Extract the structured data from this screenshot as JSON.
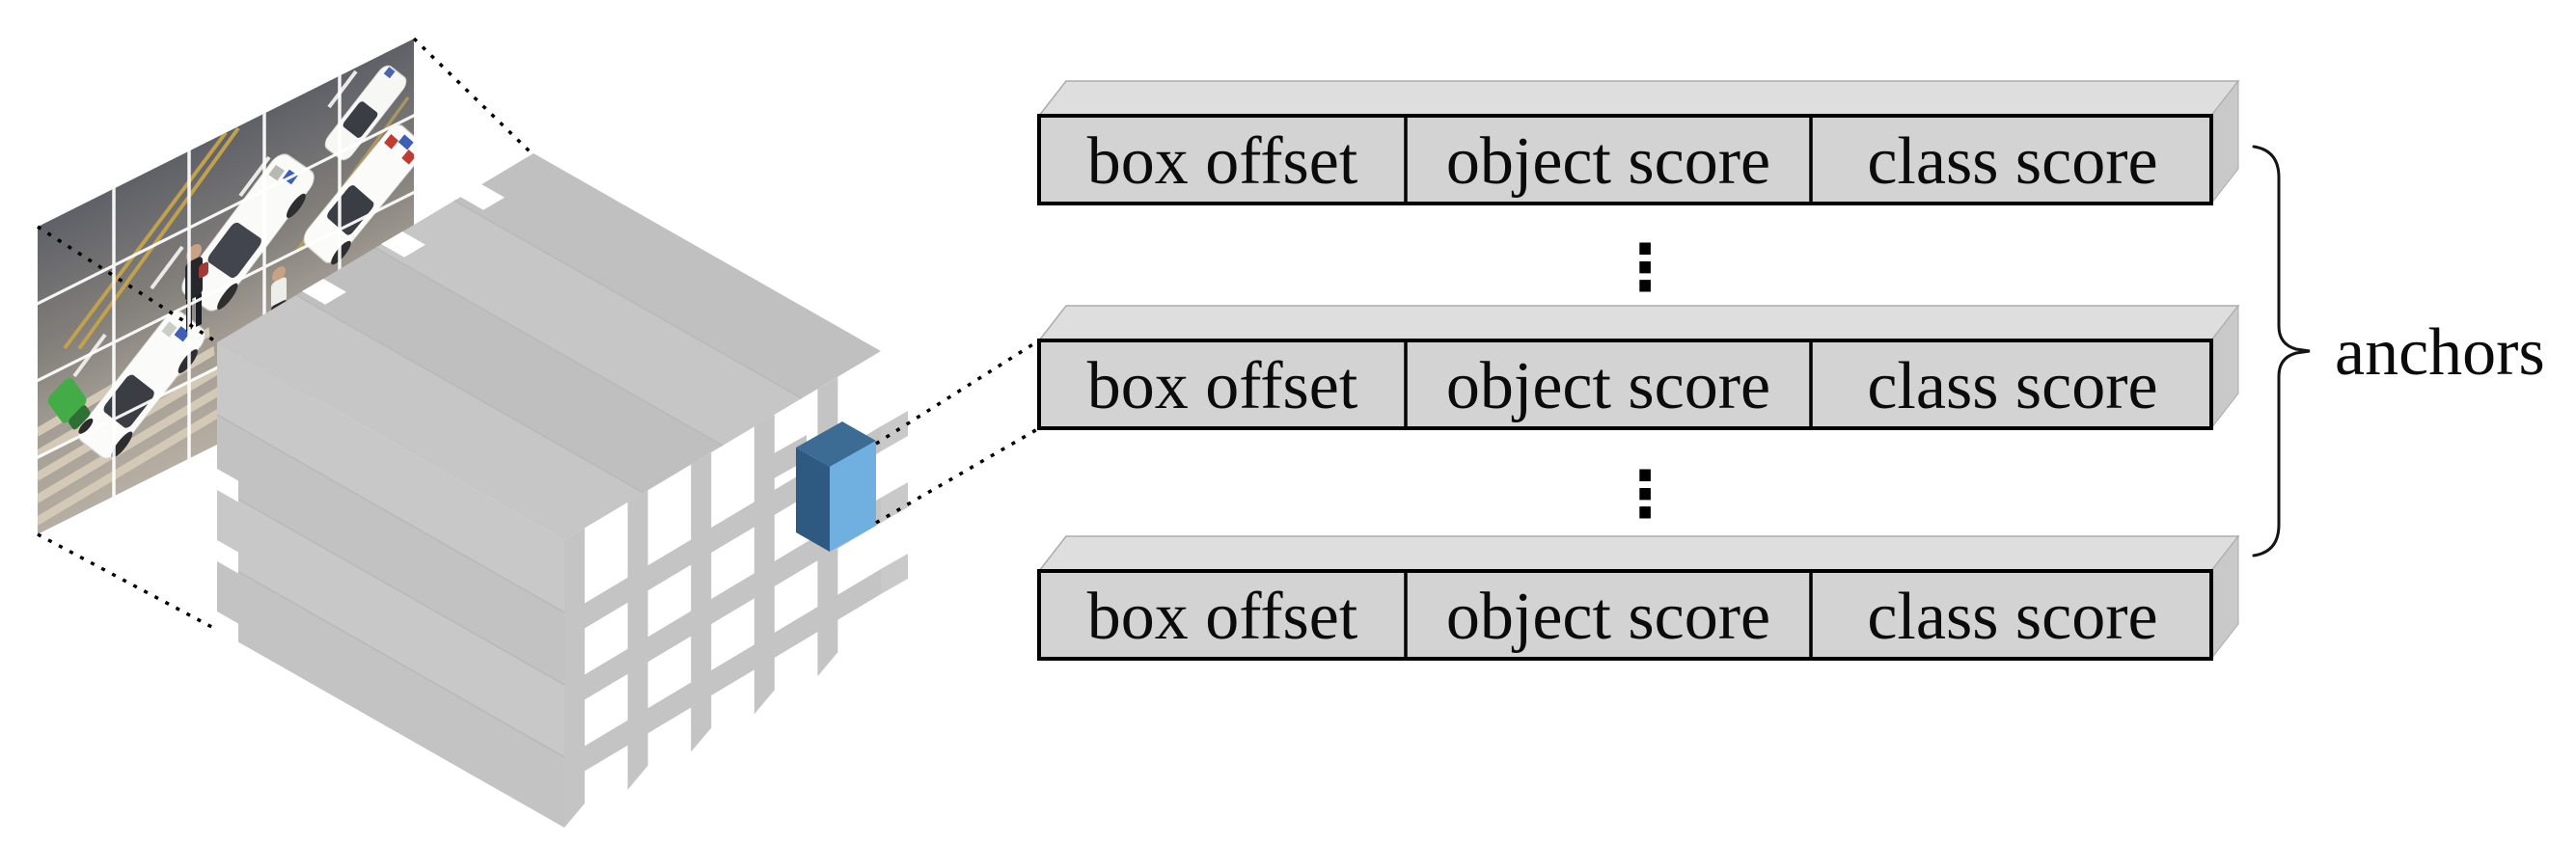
{
  "figure": {
    "anchors_label": "anchors",
    "ellipsis": "⋮"
  },
  "anchor_rows": [
    {
      "cells": [
        "box offset",
        "object score",
        "class score"
      ]
    },
    {
      "cells": [
        "box offset",
        "object score",
        "class score"
      ]
    },
    {
      "cells": [
        "box offset",
        "object score",
        "class score"
      ]
    }
  ],
  "colors": {
    "highlight_cell_front": "#6fb0e0",
    "highlight_cell_top": "#3c6b94",
    "highlight_cell_side": "#2e5a82",
    "feature_map_gray": "#c6c6c6",
    "feature_map_face": "#c8c8c8",
    "row_front": "#d3d3d3",
    "row_top": "#dedede",
    "row_side": "#c9c9c9",
    "outline": "#000000"
  }
}
